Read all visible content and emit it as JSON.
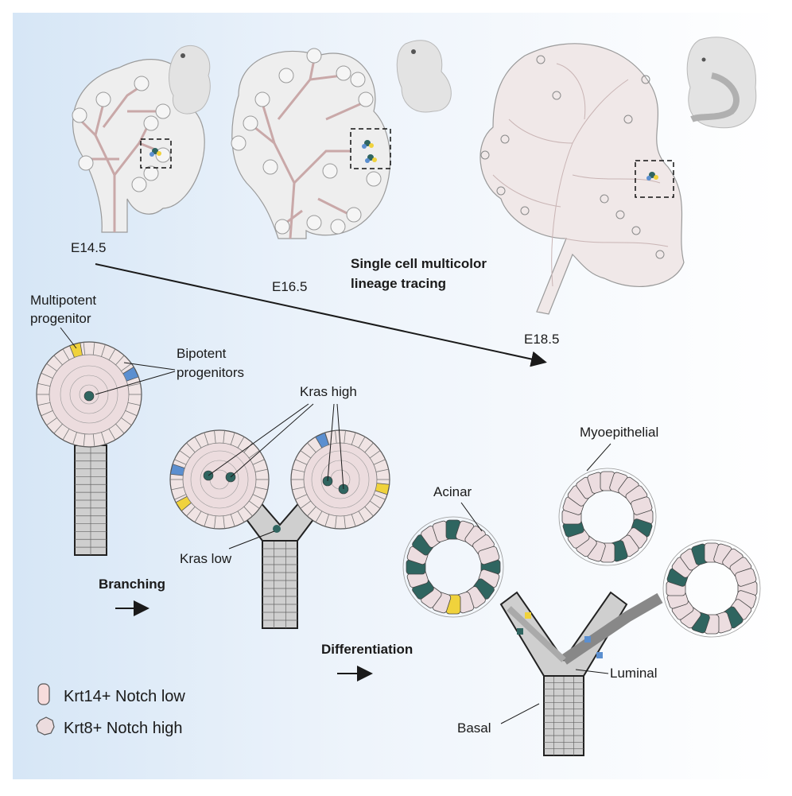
{
  "stages": {
    "e14": "E14.5",
    "e16": "E16.5",
    "e18": "E18.5"
  },
  "tracing": {
    "line1": "Single cell multicolor",
    "line2": "lineage tracing"
  },
  "bud_labels": {
    "multipotent_line1": "Multipotent",
    "multipotent_line2": "progenitor",
    "bipotent_line1": "Bipotent",
    "bipotent_line2": "progenitors"
  },
  "branch_labels": {
    "kras_high": "Kras high",
    "kras_low": "Kras low",
    "branching": "Branching"
  },
  "diff_labels": {
    "differentiation": "Differentiation",
    "myoepithelial": "Myoepithelial",
    "acinar": "Acinar",
    "luminal": "Luminal",
    "basal": "Basal"
  },
  "legend": {
    "krt14": "Krt14+ Notch low",
    "krt8": "Krt8+ Notch high"
  },
  "colors": {
    "basal_pink": "#f7dcdc",
    "inner_cell": "#ecdcde",
    "yellow": "#f0d23c",
    "blue": "#5b8fd0",
    "teal": "#2f6560",
    "duct_gray": "#cfcfcf",
    "embryo_gray": "#e3e3e3"
  }
}
